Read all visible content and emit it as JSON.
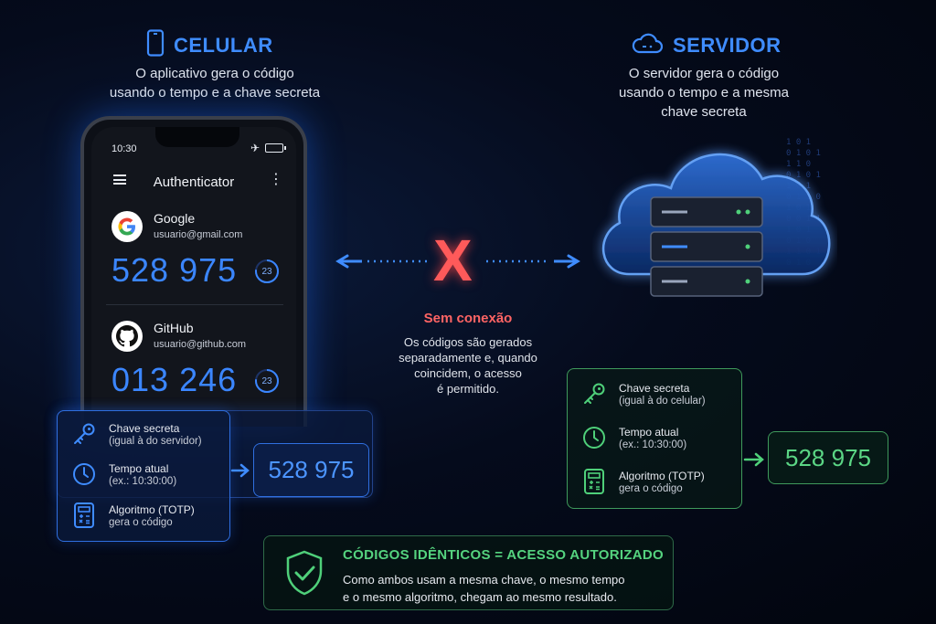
{
  "phone_section": {
    "title": "CELULAR",
    "subtitle_line1": "O aplicativo gera o código",
    "subtitle_line2": "usando o tempo e a chave secreta"
  },
  "server_section": {
    "title": "SERVIDOR",
    "subtitle_line1": "O servidor gera o código",
    "subtitle_line2": "usando o tempo e a mesma",
    "subtitle_line3": "chave secreta"
  },
  "phone": {
    "time": "10:30",
    "app_title": "Authenticator",
    "accounts": [
      {
        "name": "Google",
        "email": "usuario@gmail.com",
        "code": "528 975",
        "timer": "23",
        "logo_letter": "G"
      },
      {
        "name": "GitHub",
        "email": "usuario@github.com",
        "code": "013 246",
        "timer": "23"
      }
    ]
  },
  "connection": {
    "mark": "X",
    "status": "Sem conexão",
    "desc_line1": "Os códigos são gerados",
    "desc_line2": "separadamente e, quando",
    "desc_line3": "coincidem, o acesso",
    "desc_line4": "é permitido."
  },
  "phone_card": {
    "key_label": "Chave secreta",
    "key_sub": "(igual à do servidor)",
    "time_label": "Tempo atual",
    "time_sub": "(ex.: 10:30:00)",
    "algo_label": "Algoritmo (TOTP)",
    "algo_sub": "gera o código",
    "result_code": "528 975"
  },
  "server_card": {
    "key_label": "Chave secreta",
    "key_sub": "(igual à do celular)",
    "time_label": "Tempo atual",
    "time_sub": "(ex.: 10:30:00)",
    "algo_label": "Algoritmo (TOTP)",
    "algo_sub": "gera o código",
    "result_code": "528 975"
  },
  "banner": {
    "title": "CÓDIGOS IDÊNTICOS = ACESSO AUTORIZADO",
    "body_line1": "Como ambos usam a mesma chave, o mesmo tempo",
    "body_line2": "e o mesmo algoritmo, chegam ao mesmo resultado."
  },
  "colors": {
    "phone_accent": "#3f8cff",
    "server_accent": "#4fd07a",
    "error": "#ff5a5a",
    "background": "#050b1c"
  },
  "icons": {
    "phone": "smartphone-icon",
    "server": "cloud-server-icon",
    "key": "key-icon",
    "clock": "clock-icon",
    "calculator": "calculator-icon",
    "shield": "shield-check-icon"
  }
}
